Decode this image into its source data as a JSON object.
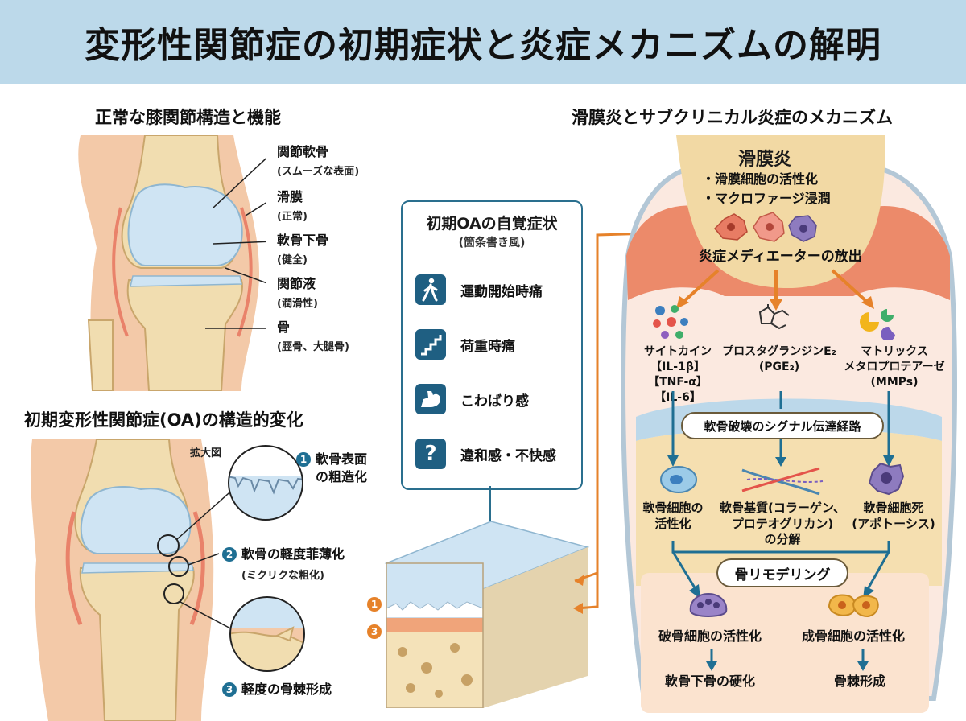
{
  "title": "変形性関節症の初期症状と炎症メカニズムの解明",
  "normal": {
    "heading": "正常な膝関節構造と機能",
    "labels": [
      {
        "name": "関節軟骨",
        "sub": "(スムーズな表面)"
      },
      {
        "name": "滑膜",
        "sub": "(正常)"
      },
      {
        "name": "軟骨下骨",
        "sub": "(健全)"
      },
      {
        "name": "関節液",
        "sub": "(潤滑性)"
      },
      {
        "name": "骨",
        "sub": "(脛骨、大腿骨)"
      }
    ]
  },
  "oa": {
    "heading": "初期変形性関節症(OA)の構造的変化",
    "zoom_label": "拡大図",
    "changes": [
      {
        "num": "1",
        "text": "軟骨表面",
        "text2": "の粗造化"
      },
      {
        "num": "2",
        "text": "軟骨の軽度菲薄化",
        "sub": "(ミクリクな粗化)"
      },
      {
        "num": "3",
        "text": "軽度の骨棘形成"
      }
    ]
  },
  "symptoms": {
    "title": "初期OAの自覚症状",
    "subtitle": "(箇条書き風)",
    "items": [
      {
        "icon": "walking-person-icon",
        "text": "運動開始時痛"
      },
      {
        "icon": "stairs-icon",
        "text": "荷重時痛"
      },
      {
        "icon": "flexed-arm-icon",
        "text": "こわばり感"
      },
      {
        "icon": "question-mark-icon",
        "text": "違和感・不快感"
      }
    ],
    "block_markers": [
      "1",
      "3"
    ]
  },
  "mechanism": {
    "heading": "滑膜炎とサブクリニカル炎症のメカニズム",
    "synovitis": {
      "title": "滑膜炎",
      "bullets": [
        "・滑膜細胞の活性化",
        "・マクロファージ浸潤"
      ],
      "release": "炎症メディエーターの放出"
    },
    "mediators": [
      {
        "lines": [
          "サイトカイン",
          "【IL-1β】",
          "【TNF-α】",
          "【IL-6】"
        ]
      },
      {
        "lines": [
          "プロスタグランジンE₂",
          "(PGE₂)"
        ]
      },
      {
        "lines": [
          "マトリックス",
          "メタロプロテアーゼ",
          "(MMPs)"
        ]
      }
    ],
    "pathway": "軟骨破壊のシグナル伝達経路",
    "effects": [
      {
        "lines": [
          "軟骨細胞の",
          "活性化"
        ]
      },
      {
        "lines": [
          "軟骨基質(コラーゲン、",
          "プロテオグリカン)",
          "の分解"
        ]
      },
      {
        "lines": [
          "軟骨細胞死",
          "(アポトーシス)"
        ]
      }
    ],
    "remodeling": {
      "title": "骨リモデリング",
      "left": {
        "cell": "破骨細胞の活性化",
        "result": "軟骨下骨の硬化"
      },
      "right": {
        "cell": "成骨細胞の活性化",
        "result": "骨棘形成"
      }
    }
  },
  "colors": {
    "title_bg": "#bcd9ea",
    "accent_blue": "#1f6f93",
    "accent_orange": "#e6822a",
    "bone": "#f1ddb0",
    "cartilage": "#cfe4f3",
    "synovium": "#e9826a"
  }
}
